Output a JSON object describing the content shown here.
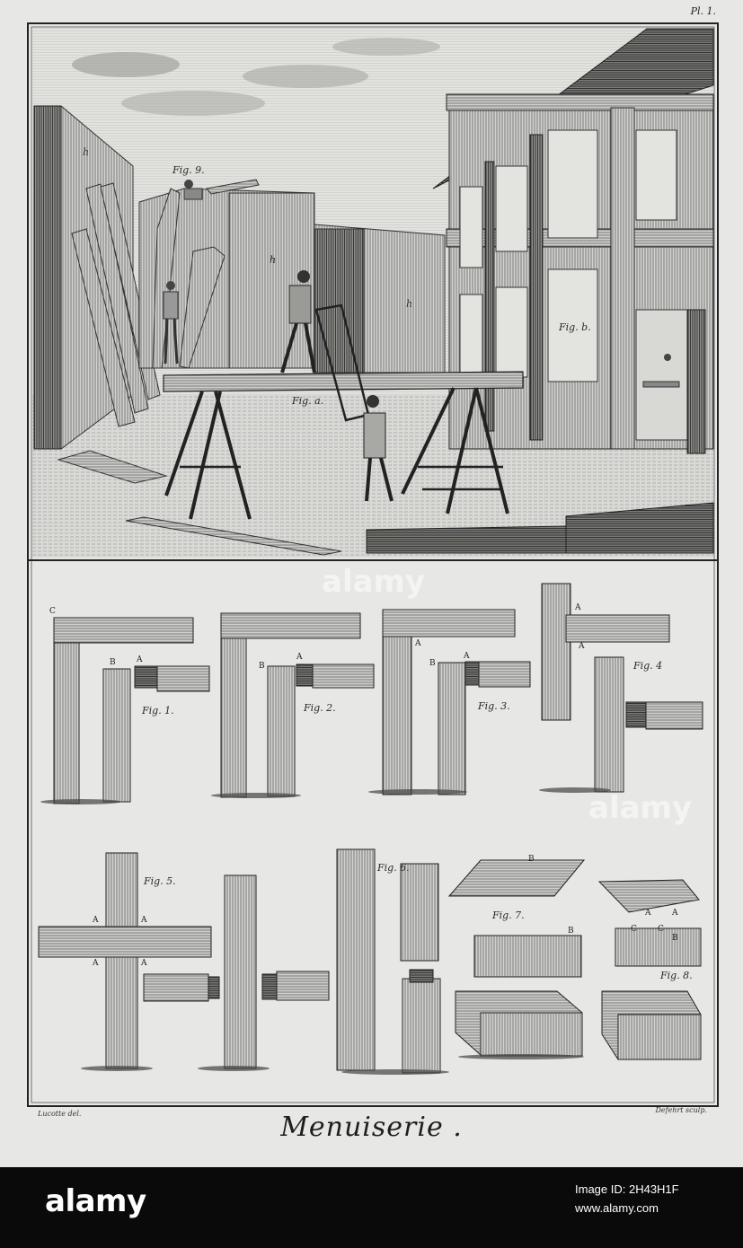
{
  "plate": {
    "number": "Pl. 1.",
    "title": "Menuiserie .",
    "credit_left": "Lucotte del.",
    "credit_right": "Defehrt sculp."
  },
  "workshop_labels": {
    "fig_a": "Fig. a.",
    "fig_b": "Fig. b.",
    "fig_9": "Fig. 9.",
    "h": "h"
  },
  "joint_labels": {
    "fig_1": "Fig. 1.",
    "fig_2": "Fig. 2.",
    "fig_3": "Fig. 3.",
    "fig_4": "Fig. 4",
    "fig_5": "Fig. 5.",
    "fig_6": "Fig. 6.",
    "fig_7": "Fig. 7.",
    "fig_8": "Fig. 8.",
    "a": "A",
    "b": "B",
    "c": "C"
  },
  "watermark": {
    "logo": "alamy",
    "image_id": "Image ID: 2H43H1F",
    "url": "www.alamy.com"
  }
}
